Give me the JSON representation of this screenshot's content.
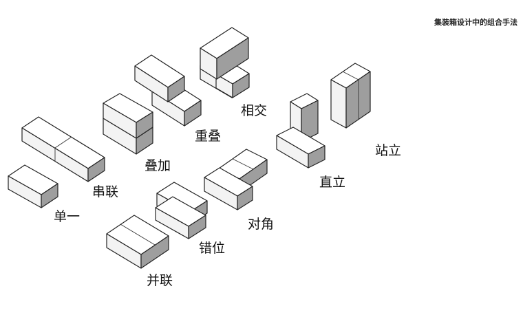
{
  "title": "集装箱设计中的组合手法",
  "labels": {
    "single": "单一",
    "series": "串联",
    "stack": "叠加",
    "overlap": "重叠",
    "intersect": "相交",
    "parallel": "并联",
    "staggered": "错位",
    "diagonal": "对角",
    "upright": "直立",
    "standing": "站立"
  }
}
